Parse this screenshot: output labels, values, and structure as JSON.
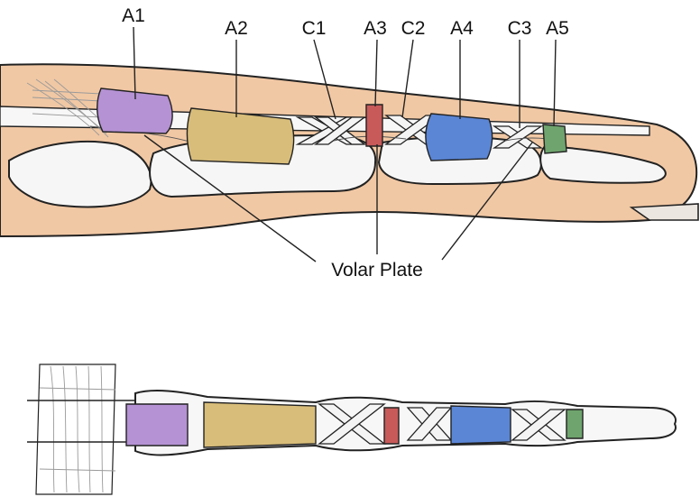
{
  "labels": {
    "a1": "A1",
    "a2": "A2",
    "c1": "C1",
    "a3": "A3",
    "c2": "C2",
    "a4": "A4",
    "c3": "C3",
    "a5": "A5",
    "volar_plate": "Volar Plate"
  },
  "colors": {
    "a1": "#b592d4",
    "a2": "#d8bd7a",
    "a3": "#c85a5a",
    "a4": "#5b86d6",
    "a5": "#6fa46e",
    "skin": "#f1c8a4",
    "bone": "#f6f6f6",
    "outline": "#222222"
  }
}
